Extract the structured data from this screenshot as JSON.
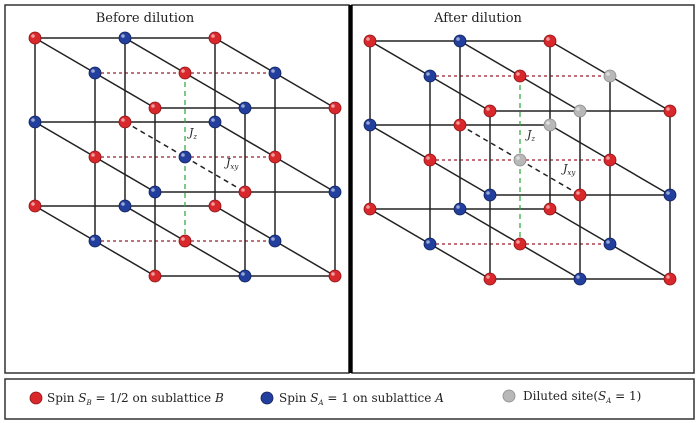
{
  "panels": [
    {
      "title": "Before dilution",
      "jz_label": "J",
      "jz_sub": "z",
      "jxy_label": "J",
      "jxy_sub": "xy"
    },
    {
      "title": "After dilution",
      "jz_label": "J",
      "jz_sub": "z",
      "jxy_label": "J",
      "jxy_sub": "xy"
    }
  ],
  "legend": {
    "item_b": {
      "prefix": "Spin ",
      "symbol": "S",
      "sub": "B",
      "suffix": " = 1/2 on sublattice ",
      "lattice": "B"
    },
    "item_a": {
      "prefix": "Spin ",
      "symbol": "S",
      "sub": "A",
      "suffix": " = 1 on sublattice ",
      "lattice": "A"
    },
    "item_d": {
      "prefix": "Diluted site(",
      "symbol": "S",
      "sub": "A",
      "suffix": " = 1)"
    }
  },
  "colors": {
    "spin_b": "#d8282c",
    "spin_a": "#233f9e",
    "diluted": "#b8b8b8",
    "jz_bond": "#2aa33a",
    "jxy_bond": "#9b1c2a",
    "edge": "#222222"
  },
  "diluted_sites": [
    [
      2,
      0,
      1
    ],
    [
      1,
      1,
      1
    ],
    [
      1,
      2,
      0
    ],
    [
      2,
      1,
      0
    ]
  ]
}
